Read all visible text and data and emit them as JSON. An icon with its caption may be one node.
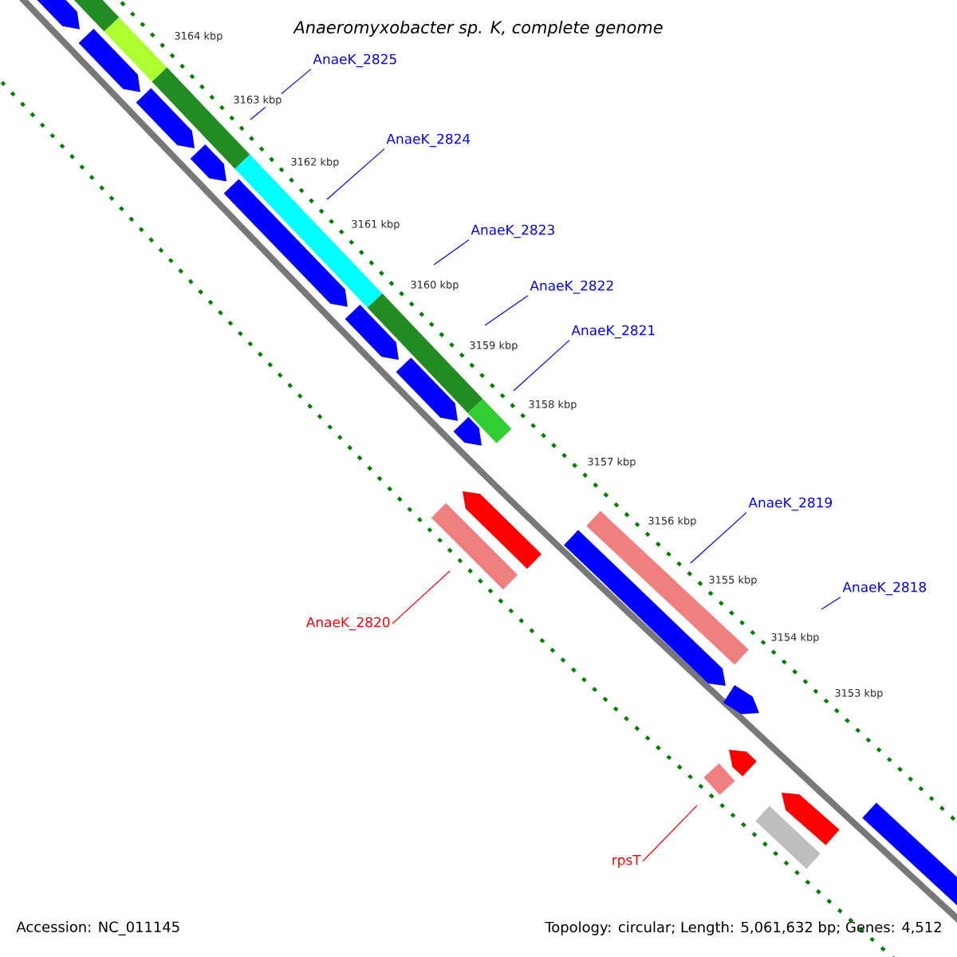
{
  "diagram": {
    "title": "Anaeromyxobacter sp. K, complete genome",
    "nodes": [
      {
        "text": [
          "AnaeK_2825"
        ]
      },
      {
        "text": [
          "AnaeK_2824"
        ]
      },
      {
        "text": [
          "AnaeK_2823"
        ]
      },
      {
        "text": [
          "AnaeK_2822"
        ]
      },
      {
        "text": [
          "AnaeK_2821"
        ]
      },
      {
        "text": [
          "AnaeK_2819"
        ]
      },
      {
        "text": [
          "AnaeK_2818"
        ]
      },
      {
        "text": [
          "AnaeK_2820"
        ]
      },
      {
        "text": [
          "rpsT"
        ]
      }
    ],
    "edges": [
      {
        "from": 0,
        "to": null,
        "arrow": "none"
      },
      {
        "from": 1,
        "to": null,
        "arrow": "none"
      },
      {
        "from": 2,
        "to": null,
        "arrow": "none"
      },
      {
        "from": 3,
        "to": null,
        "arrow": "none"
      },
      {
        "from": 4,
        "to": null,
        "arrow": "none"
      },
      {
        "from": 5,
        "to": null,
        "arrow": "none"
      },
      {
        "from": 6,
        "to": null,
        "arrow": "none"
      },
      {
        "from": 7,
        "to": null,
        "arrow": "none",
        "color": "#ff0000"
      },
      {
        "from": 8,
        "to": null,
        "arrow": "none",
        "color": "#ff0000"
      }
    ],
    "labels": [
      "3164 kbp",
      "3163 kbp",
      "3162 kbp",
      "3161 kbp",
      "3160 kbp",
      "3159 kbp",
      "3158 kbp",
      "3157 kbp",
      "3156 kbp",
      "3155 kbp",
      "3154 kbp",
      "3153 kbp",
      "Accession: NC_011145",
      "Topology: circular; Length: 5,061,632 bp; Genes: 4,512"
    ]
  }
}
